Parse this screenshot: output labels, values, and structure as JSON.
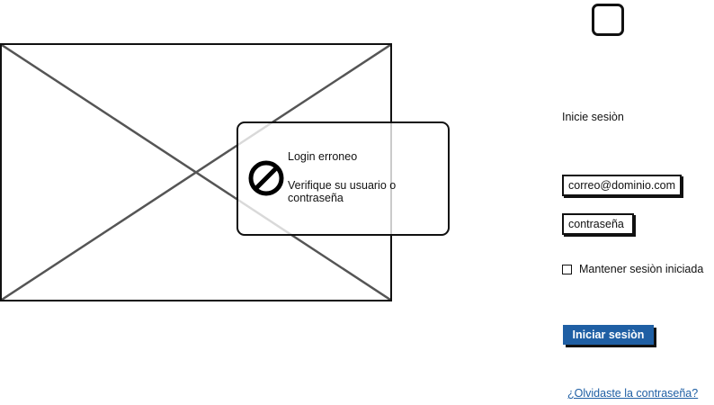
{
  "image_placeholder": {
    "stroke_color": "#555555"
  },
  "error_alert": {
    "icon": "no-entry-icon",
    "title": "Login erroneo",
    "message": "Verifique su usuario o contraseña"
  },
  "logo": {
    "icon": "logo-square-icon"
  },
  "login": {
    "heading": "Inicie sesiòn",
    "email_value": "correo@dominio.com",
    "password_value": "contraseña",
    "remember_label": "Mantener sesiòn iniciada",
    "remember_checked": false,
    "submit_label": "Iniciar sesiòn",
    "forgot_label": "¿Olvidaste la contraseña?"
  },
  "colors": {
    "accent": "#1f5fa4",
    "ink": "#111111"
  }
}
